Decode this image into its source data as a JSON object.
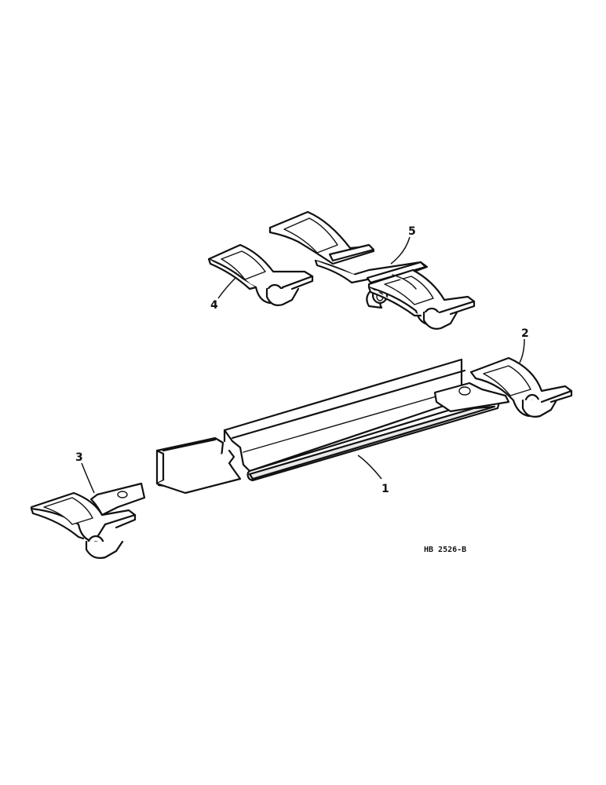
{
  "callouts": {
    "c1": "1",
    "c2": "2",
    "c3": "3",
    "c4": "4",
    "c5": "5"
  },
  "figure_id": "HB 2526-B",
  "colors": {
    "ink": "#111111",
    "paper": "#ffffff"
  }
}
